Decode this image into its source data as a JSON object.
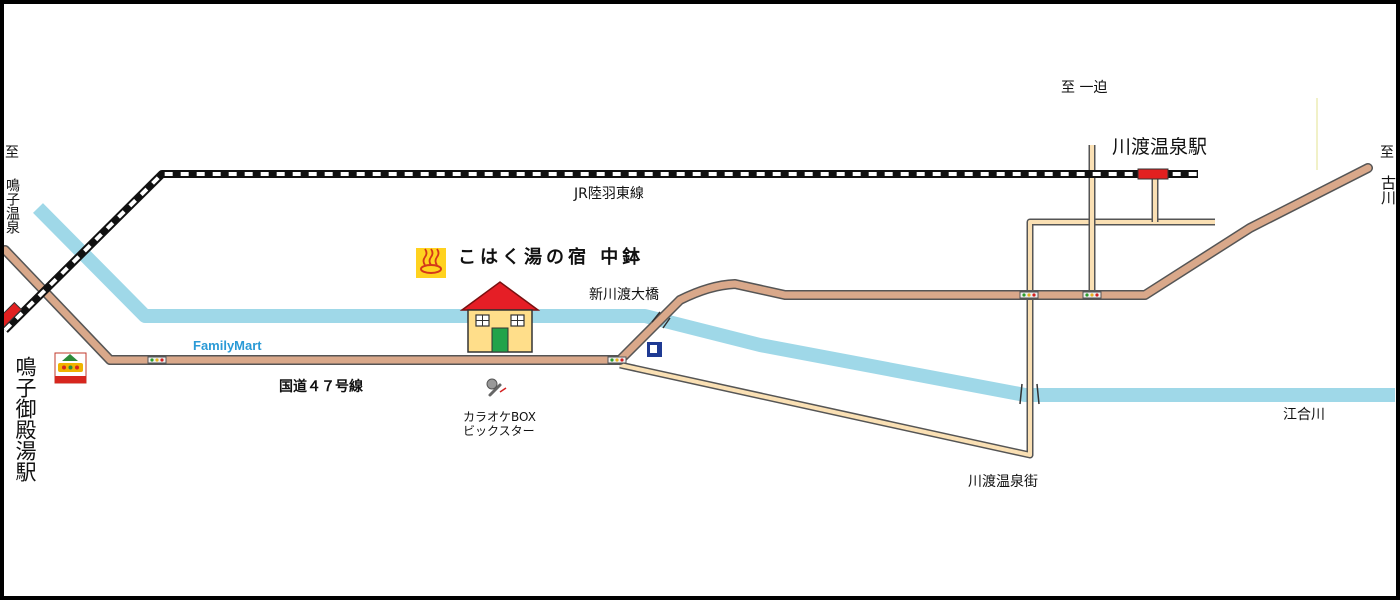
{
  "map": {
    "inn_name": "こはく湯の宿 中鉢",
    "railway": "JR陸羽東線",
    "route": "国道４７号線",
    "bridge": "新川渡大橋",
    "family_mart": "FamilyMart",
    "karaoke_line1": "カラオケBOX",
    "karaoke_line2": "ビックスター",
    "station_left": "鳴子御殿湯駅",
    "station_right": "川渡温泉駅",
    "to_left_prefix": "至",
    "to_left_dest": "鳴子温泉",
    "to_top": "至 一迫",
    "to_right_prefix": "至",
    "to_right_dest": "古川",
    "river": "江合川",
    "town": "川渡温泉街"
  },
  "colors": {
    "road": "#d9a88a",
    "road_outline": "#555555",
    "road_secondary": "#fae0b4",
    "river": "#9fd8e8",
    "rail": "#111111",
    "house_roof": "#e51e26",
    "house_wall": "#ffde8a",
    "house_door": "#22a34a",
    "onsen_icon_bg": "#ffd21f",
    "onsen_icon_fg": "#d4381a",
    "station_marker": "#e22020",
    "frame": "#000000"
  },
  "icons": {
    "inn": "house-icon",
    "onsen": "hot-spring-icon",
    "convenience": "family-mart-logo",
    "other_store": "store-logo",
    "karaoke": "microphone-icon",
    "shop": "shop-icon",
    "signal": "traffic-signal-icon"
  }
}
